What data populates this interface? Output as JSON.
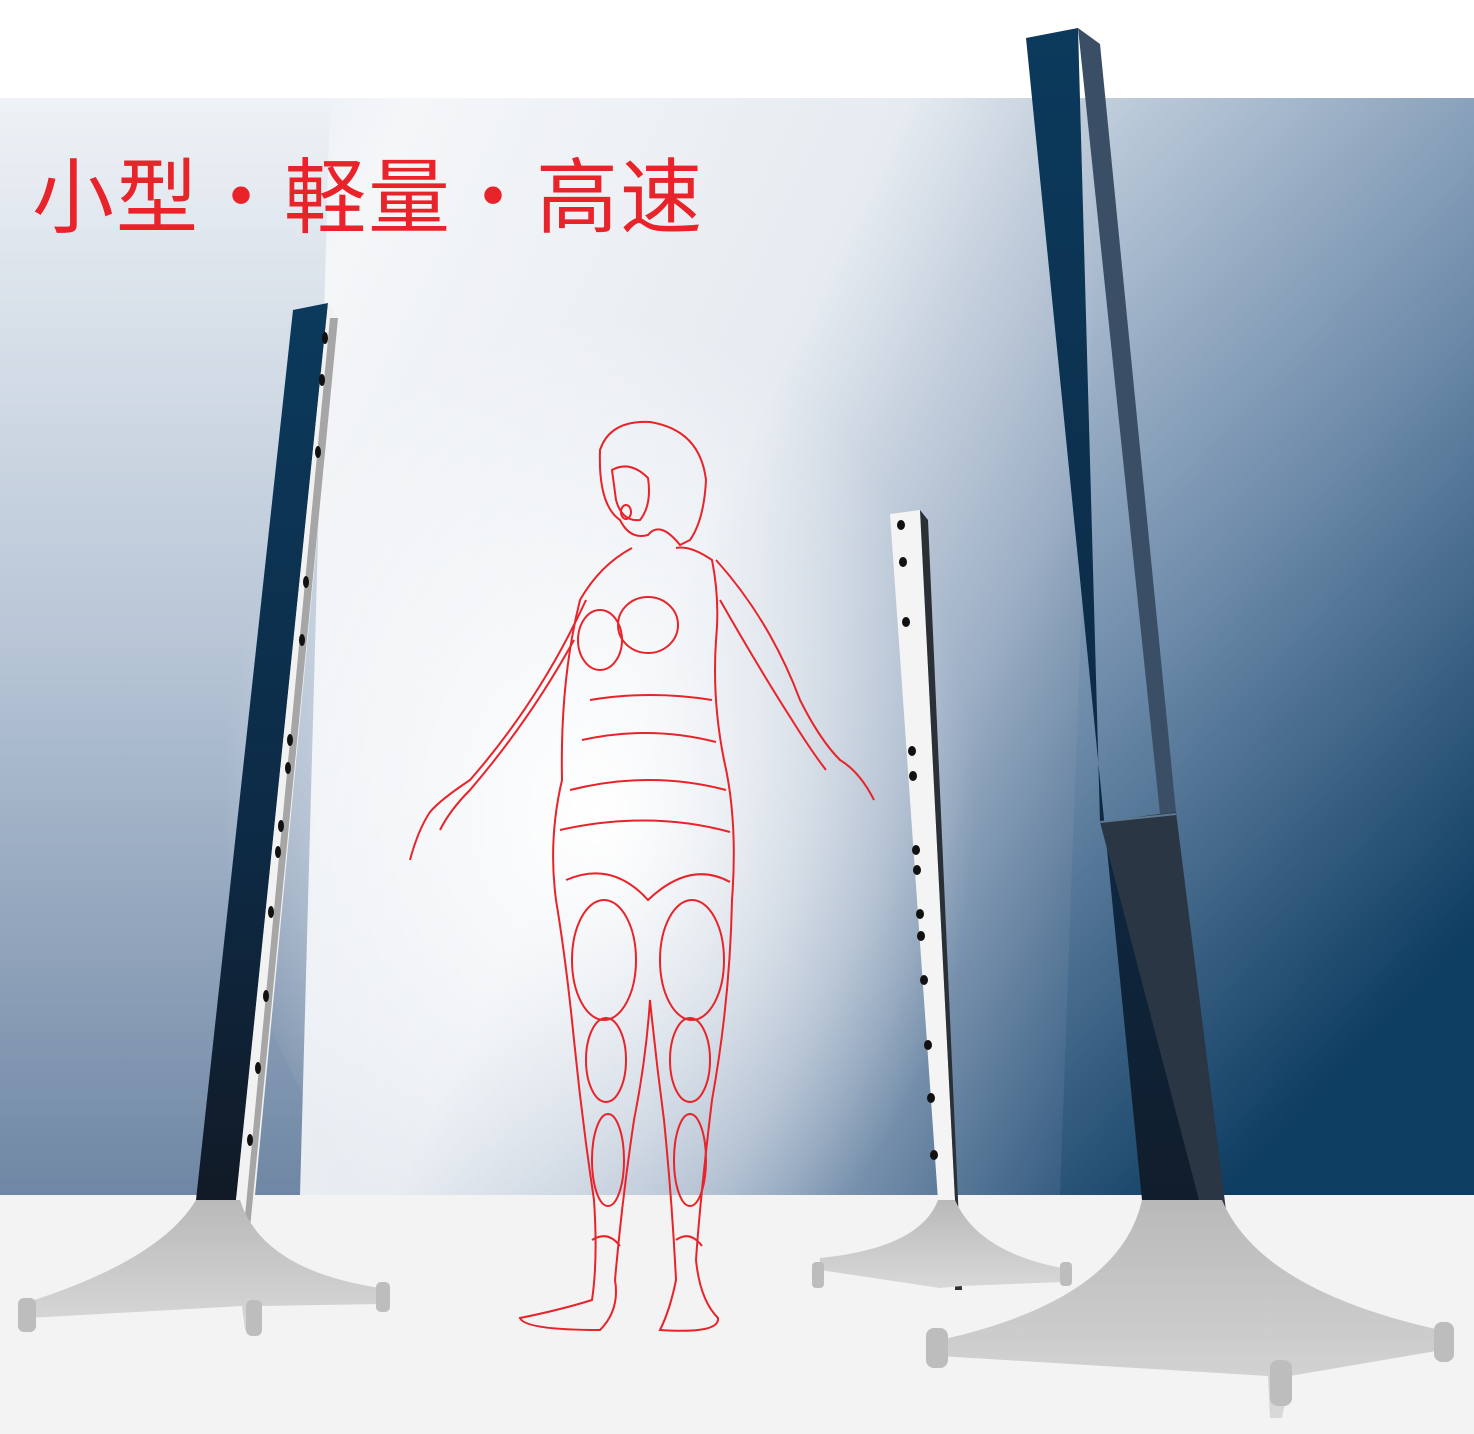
{
  "headline": {
    "text": "小型・軽量・高速"
  },
  "colors": {
    "accent_red": "#e8232a",
    "pillar_navy": "#0b3a5c",
    "pillar_dark": "#0d2238",
    "background_blue": "#3a5f83",
    "floor": "#f3f3f3",
    "stand_gray": "#c9c9c9"
  },
  "icons": [
    "scanner-pillar",
    "scanner-stand",
    "body-contour-figure"
  ]
}
